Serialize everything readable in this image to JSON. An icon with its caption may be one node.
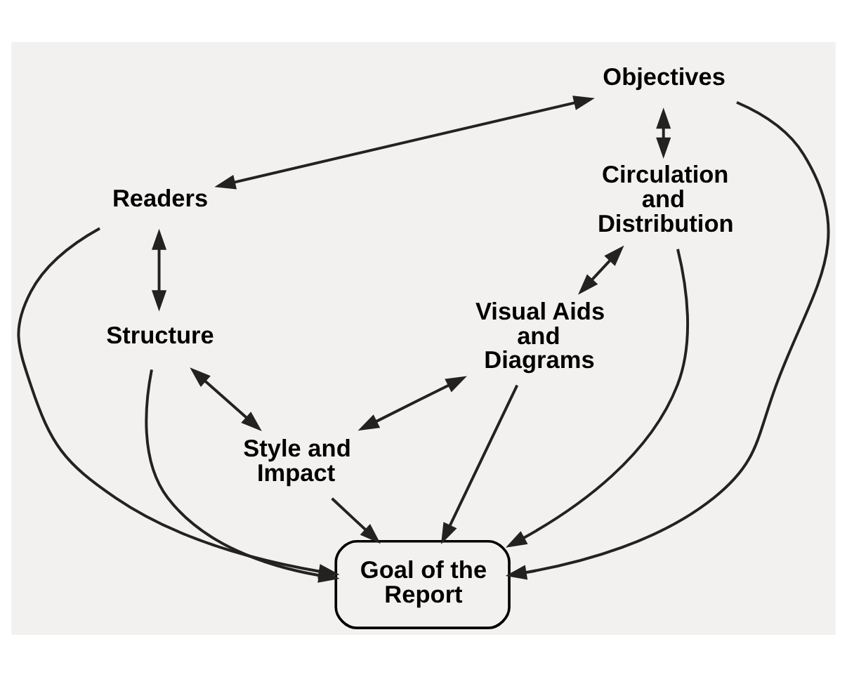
{
  "diagram": {
    "nodes": [
      {
        "text": [
          "Objectives"
        ]
      },
      {
        "text": [
          "Circulation and Distribution"
        ]
      },
      {
        "text": [
          "Readers"
        ]
      },
      {
        "text": [
          "Goal of the Report"
        ]
      },
      {
        "text": [
          "Visual Aids and Diagrams"
        ]
      },
      {
        "text": [
          "Structure"
        ]
      },
      {
        "text": [
          "Style and Impact"
        ]
      }
    ],
    "edges": [
      {
        "from": 0,
        "to": 3,
        "arrow": "to"
      },
      {
        "from": 1,
        "to": 3,
        "arrow": "to"
      },
      {
        "from": 2,
        "to": 3,
        "arrow": "to"
      },
      {
        "from": 4,
        "to": 3,
        "arrow": "to"
      },
      {
        "from": 5,
        "to": 3,
        "arrow": "to"
      },
      {
        "from": 6,
        "to": 3,
        "arrow": "to"
      },
      {
        "from": 0,
        "to": 2,
        "arrow": "both"
      },
      {
        "from": 2,
        "to": 5,
        "arrow": "both"
      },
      {
        "from": 5,
        "to": 6,
        "arrow": "both"
      },
      {
        "from": 6,
        "to": 4,
        "arrow": "both"
      },
      {
        "from": 4,
        "to": 1,
        "arrow": "both"
      },
      {
        "from": 1,
        "to": 0,
        "arrow": "both"
      }
    ]
  }
}
